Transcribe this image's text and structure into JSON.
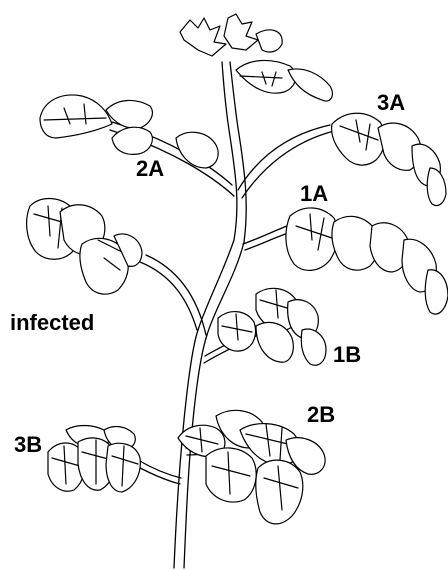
{
  "labels": {
    "l3a": "3A",
    "l2a": "2A",
    "l1a": "1A",
    "infected": "infected",
    "l1b": "1B",
    "l2b": "2B",
    "l3b": "3B"
  },
  "colors": {
    "stroke": "#000000",
    "fill": "#ffffff"
  }
}
